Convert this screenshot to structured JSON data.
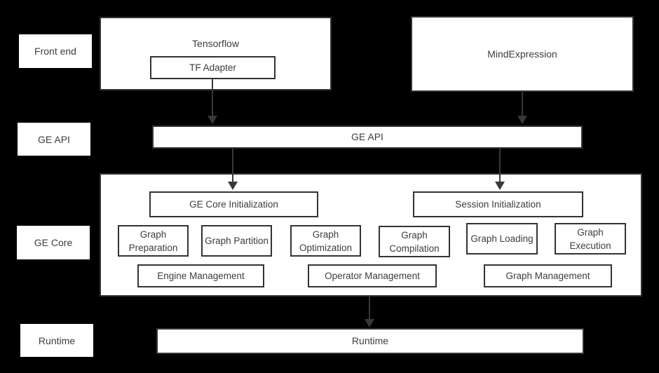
{
  "theme": {
    "bg": "#000000",
    "line": "#333333",
    "fill": "#ffffff",
    "text": "#3d3d3d",
    "arrow": "#383838"
  },
  "row_labels": [
    "Front end",
    "GE API",
    "GE Core",
    "Runtime"
  ],
  "front_end": {
    "tensorflow": "Tensorflow",
    "tf_adapter": "TF Adapter",
    "mindexpression": "MindExpression"
  },
  "ge_api_bar": "GE API",
  "ge_core": {
    "init_boxes": [
      "GE Core Initialization",
      "Session Initialization"
    ],
    "stage_boxes": [
      "Graph Preparation",
      "Graph Partition",
      "Graph Optimization",
      "Graph Compilation",
      "Graph Loading",
      "Graph Execution"
    ],
    "management_boxes": [
      "Engine Management",
      "Operator Management",
      "Graph Management"
    ]
  },
  "runtime_bar": "Runtime",
  "connections": [
    {
      "from": "TF Adapter",
      "to": "GE API"
    },
    {
      "from": "MindExpression",
      "to": "GE API"
    },
    {
      "from": "GE API",
      "to": "GE Core Initialization"
    },
    {
      "from": "GE API",
      "to": "Session Initialization"
    },
    {
      "from": "GE Core",
      "to": "Runtime"
    }
  ]
}
